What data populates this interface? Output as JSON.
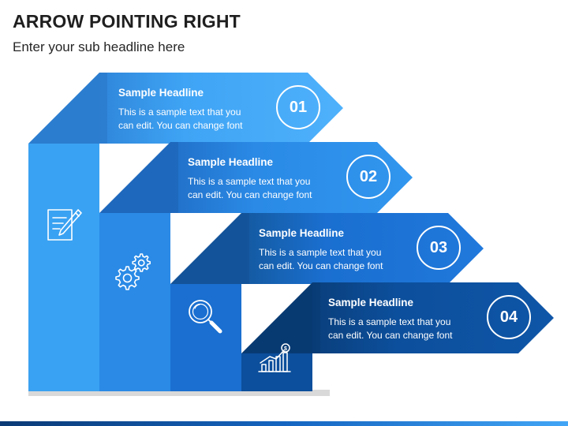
{
  "header": {
    "title": "ARROW POINTING RIGHT",
    "subtitle": "Enter your sub headline here"
  },
  "colors": {
    "step1": "#3aa2f2",
    "step2": "#2a8ae6",
    "step3": "#1a6fd0",
    "step4": "#0c4f9c",
    "shadow": "#d9d9d9"
  },
  "steps": [
    {
      "number": "01",
      "headline": "Sample Headline",
      "line1": "This is a sample text that you",
      "line2": "can edit. You can change font",
      "icon": "document-edit-icon"
    },
    {
      "number": "02",
      "headline": "Sample Headline",
      "line1": "This is a sample text that you",
      "line2": "can edit. You can change font",
      "icon": "gears-icon"
    },
    {
      "number": "03",
      "headline": "Sample Headline",
      "line1": "This is a sample text that you",
      "line2": "can edit. You can change font",
      "icon": "magnifier-icon"
    },
    {
      "number": "04",
      "headline": "Sample Headline",
      "line1": "This is a sample text that you",
      "line2": "can edit. You can change font",
      "icon": "growth-chart-icon"
    }
  ]
}
